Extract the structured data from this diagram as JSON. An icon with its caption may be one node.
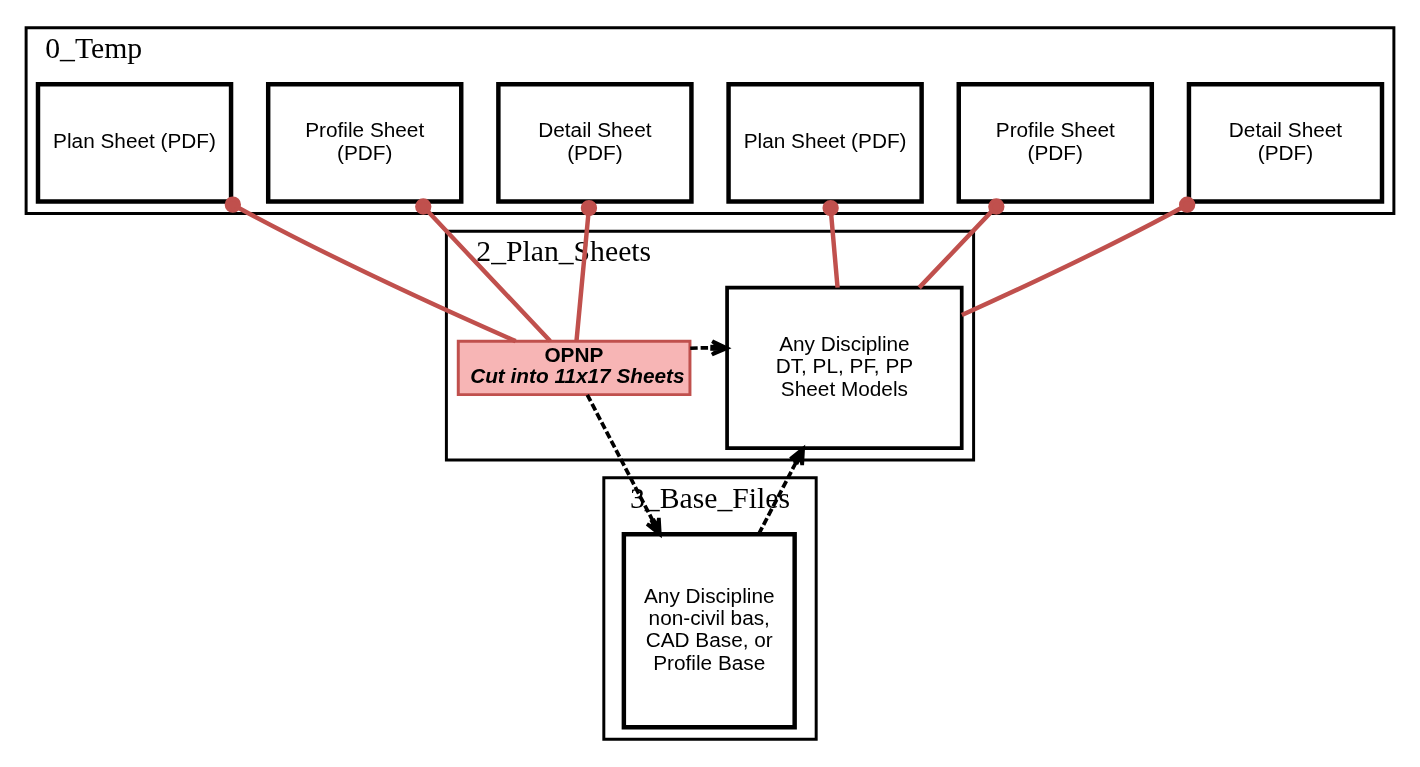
{
  "diagram": {
    "nodes": [
      {
        "text": [
          "0_Temp"
        ]
      },
      {
        "text": [
          "Plan Sheet (PDF)"
        ],
        "in": 0
      },
      {
        "text": [
          "Profile Sheet (PDF)"
        ],
        "in": 0
      },
      {
        "text": [
          "Detail Sheet (PDF)"
        ],
        "in": 0
      },
      {
        "text": [
          "Plan Sheet (PDF)"
        ],
        "in": 0
      },
      {
        "text": [
          "Profile Sheet (PDF)"
        ],
        "in": 0
      },
      {
        "text": [
          "Detail Sheet (PDF)"
        ],
        "in": 0
      },
      {
        "text": [
          "2_Plan_Sheets"
        ]
      },
      {
        "text": [
          "OPNP",
          "Cut into 11x17 Sheets"
        ],
        "in": 7
      },
      {
        "text": [
          "Any Discipline DT, PL, PF, PP Sheet Models"
        ],
        "in": 7
      },
      {
        "text": [
          "3_Base_Files"
        ]
      },
      {
        "text": [
          "Any Discipline non-civil bas, CAD Base, or Profile Base"
        ],
        "in": 10
      }
    ],
    "edges": [
      {
        "from": 1,
        "to": 8,
        "arrow": "other"
      },
      {
        "from": 2,
        "to": 8,
        "arrow": "other"
      },
      {
        "from": 3,
        "to": 8,
        "arrow": "other"
      },
      {
        "from": 4,
        "to": 9,
        "arrow": "other"
      },
      {
        "from": 5,
        "to": 9,
        "arrow": "other"
      },
      {
        "from": 6,
        "to": 9,
        "arrow": "other"
      },
      {
        "from": 8,
        "to": 9,
        "arrow": "to",
        "style": "dashed",
        "color": "#000000"
      },
      {
        "from": 8,
        "to": 11,
        "arrow": "to",
        "style": "dashed",
        "color": "#000000"
      },
      {
        "from": 11,
        "to": 9,
        "arrow": "to",
        "style": "dashed",
        "color": "#000000"
      }
    ]
  }
}
